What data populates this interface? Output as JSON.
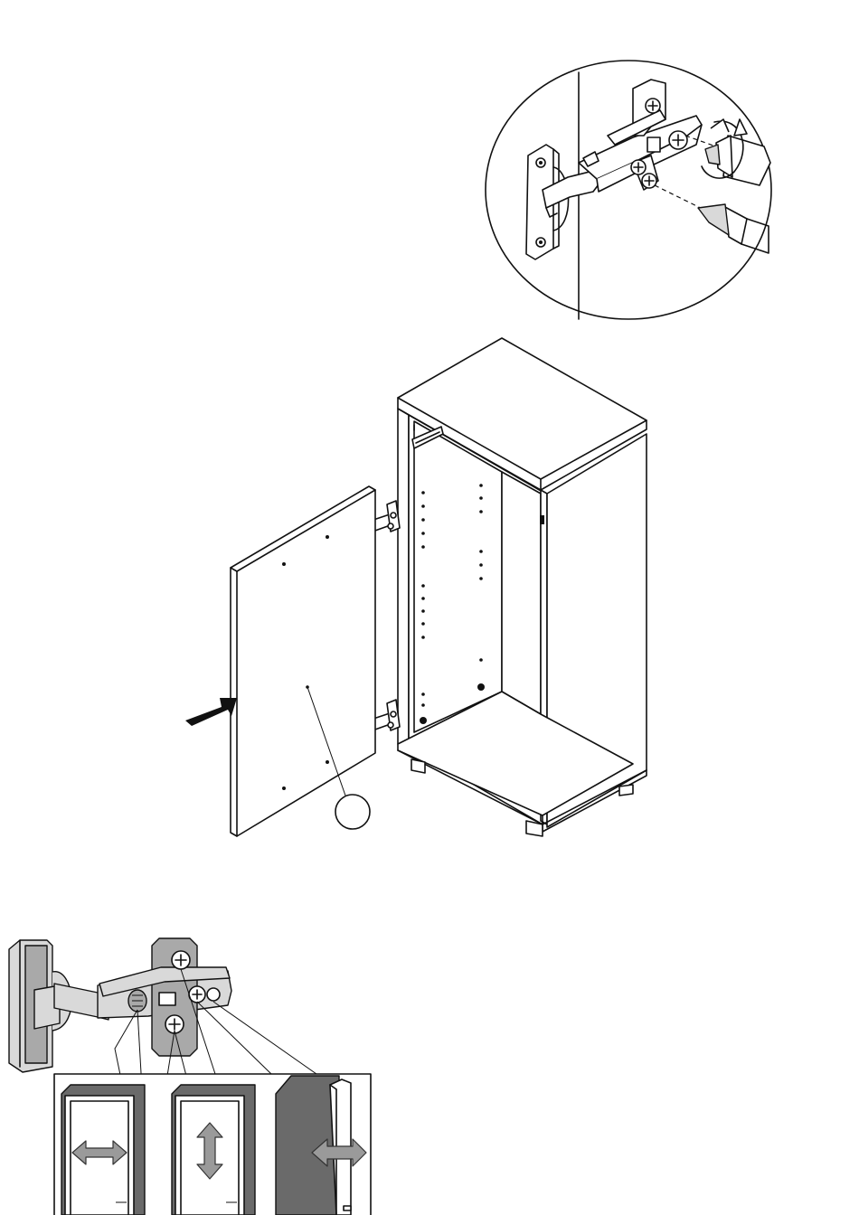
{
  "figure": {
    "steps": [
      {
        "id": "detail-hinge-screwing"
      },
      {
        "id": "door-attachment"
      },
      {
        "id": "hinge-adjustment"
      }
    ],
    "adjustments": [
      {
        "direction": "horizontal",
        "icon": "left-right-arrow-icon"
      },
      {
        "direction": "vertical",
        "icon": "up-down-arrow-icon"
      },
      {
        "direction": "depth",
        "icon": "depth-arrow-icon"
      }
    ],
    "colors": {
      "line": "#111111",
      "panel_grey": "#6a6a6a",
      "arrow_grey": "#9a9a9a"
    }
  }
}
